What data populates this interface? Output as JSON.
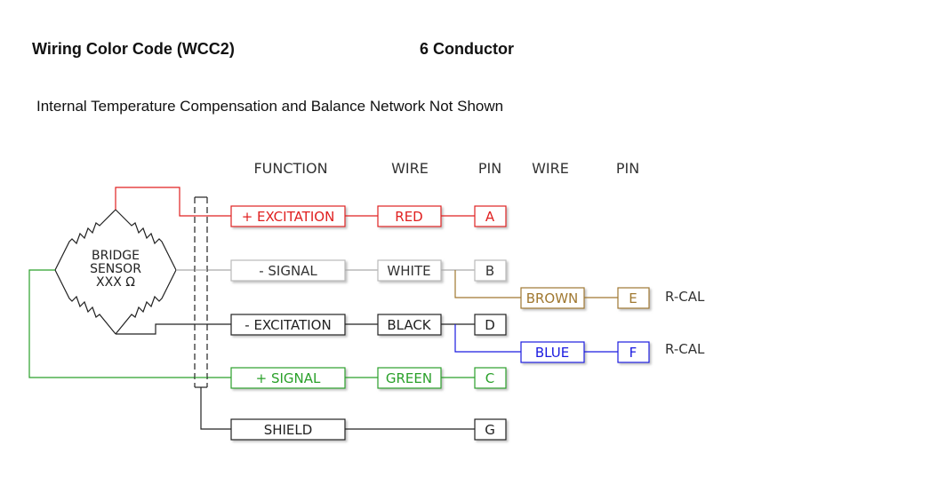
{
  "header": {
    "title": "Wiring Color Code (WCC2)",
    "conductor": "6 Conductor",
    "note": "Internal Temperature Compensation and Balance Network Not Shown"
  },
  "columns": {
    "function": "FUNCTION",
    "wire": "WIRE",
    "pin": "PIN",
    "wire2": "WIRE",
    "pin2": "PIN"
  },
  "sensor": {
    "line1": "BRIDGE",
    "line2": "SENSOR",
    "line3": "XXX Ω"
  },
  "rows": [
    {
      "function": "+ EXCITATION",
      "wire": "RED",
      "pin": "A",
      "color": "#e02020"
    },
    {
      "function": "- SIGNAL",
      "wire": "WHITE",
      "pin": "B",
      "color": "#222222"
    },
    {
      "function": "- EXCITATION",
      "wire": "BLACK",
      "pin": "D",
      "color": "#222222"
    },
    {
      "function": "+ SIGNAL",
      "wire": "GREEN",
      "pin": "C",
      "color": "#2aa02a"
    },
    {
      "function": "SHIELD",
      "wire": "",
      "pin": "G",
      "color": "#222222"
    }
  ],
  "rcal": [
    {
      "wire": "BROWN",
      "pin": "E",
      "label": "R-CAL",
      "color": "#a07830"
    },
    {
      "wire": "BLUE",
      "pin": "F",
      "label": "R-CAL",
      "color": "#1a1ae0"
    }
  ],
  "colors": {
    "red": "#e02020",
    "green": "#2aa02a",
    "black": "#222222",
    "brown": "#a07830",
    "blue": "#1a1ae0",
    "gray": "#999999"
  }
}
